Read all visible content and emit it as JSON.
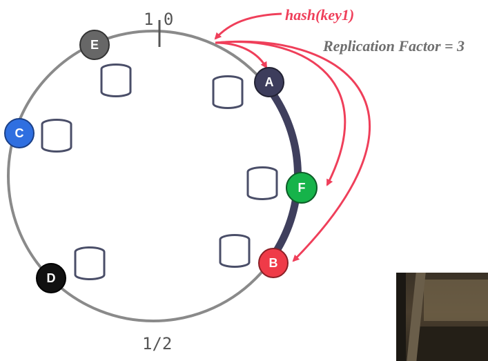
{
  "ring": {
    "top_label": "1 0",
    "bottom_label": "1/2"
  },
  "hash_label": "hash(key1)",
  "replication_label": "Replication Factor = 3",
  "nodes": [
    {
      "id": "E",
      "color": "#676767"
    },
    {
      "id": "A",
      "color": "#3d3d5c"
    },
    {
      "id": "C",
      "color": "#2f6fe0"
    },
    {
      "id": "F",
      "color": "#16b34a"
    },
    {
      "id": "B",
      "color": "#ef3b48"
    },
    {
      "id": "D",
      "color": "#111111"
    }
  ],
  "colors": {
    "ring": "#8a8a8a",
    "replica_arc": "#3f3f5d",
    "arrow": "#ef3f5a",
    "database_stroke": "#4a4e68"
  },
  "replicas": [
    "A",
    "F",
    "B"
  ]
}
